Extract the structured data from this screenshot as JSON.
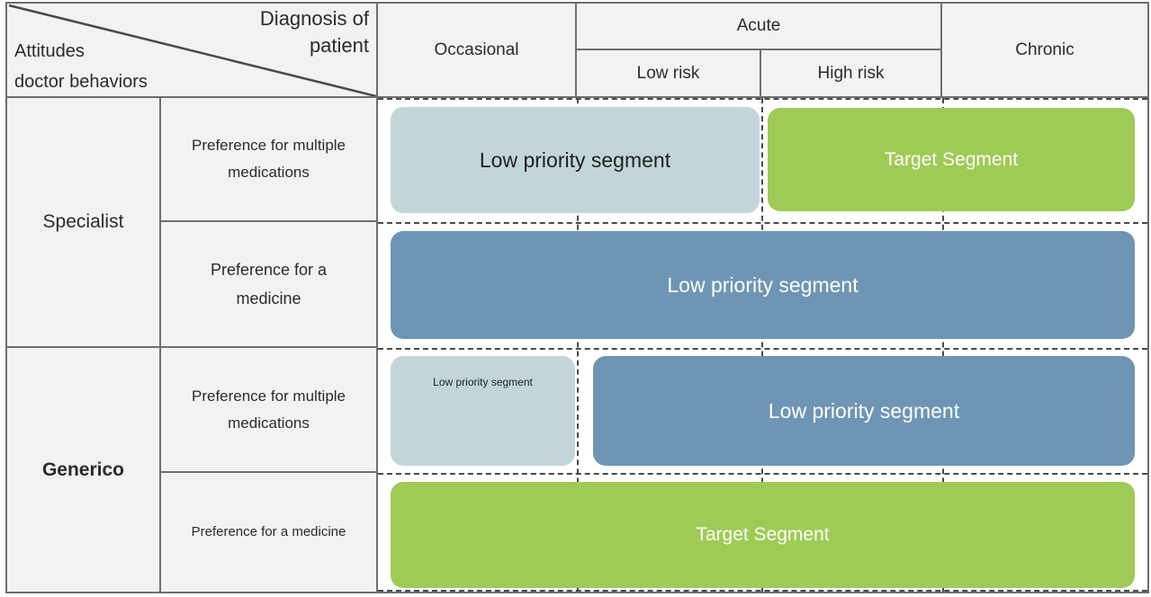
{
  "matrix": {
    "corner": {
      "top_right_line1": "Diagnosis of",
      "top_right_line2": "patient",
      "bottom_left_line1": "Attitudes",
      "bottom_left_line2": "doctor behaviors"
    },
    "columns": {
      "occasional": "Occasional",
      "acute": "Acute",
      "low_risk": "Low risk",
      "high_risk": "High risk",
      "chronic": "Chronic"
    },
    "row_groups": {
      "specialist": "Specialist",
      "generico": "Generico"
    },
    "row_labels": {
      "r1_line1": "Preference for multiple",
      "r1_line2": "medications",
      "r2_line1": "Preference for a",
      "r2_line2": "medicine",
      "r3_line1": "Preference for multiple",
      "r3_line2": "medications",
      "r4": "Preference for a medicine"
    },
    "segments": [
      {
        "id": "s1",
        "label": "Low priority segment",
        "color": "#c2d6da",
        "text_color": "#1f1f1f",
        "columns": [
          "Occasional",
          "Low risk"
        ],
        "row": "Specialist / Preference for multiple medications"
      },
      {
        "id": "s2",
        "label": "Target Segment",
        "color": "#9ecb55",
        "text_color": "#ffffff",
        "columns": [
          "High risk",
          "Chronic"
        ],
        "row": "Specialist / Preference for multiple medications"
      },
      {
        "id": "s3",
        "label": "Low priority segment",
        "color": "#6e96b4",
        "text_color": "#ffffff",
        "columns": [
          "Occasional",
          "Low risk",
          "High risk",
          "Chronic"
        ],
        "row": "Specialist / Preference for a medicine"
      },
      {
        "id": "s4",
        "label": "Low priority segment",
        "color": "#c2d6da",
        "text_color": "#1f1f1f",
        "columns": [
          "Occasional"
        ],
        "row": "Generico / Preference for multiple medications"
      },
      {
        "id": "s5",
        "label": "Low priority segment",
        "color": "#6e96b4",
        "text_color": "#ffffff",
        "columns": [
          "Low risk",
          "High risk",
          "Chronic"
        ],
        "row": "Generico / Preference for multiple medications"
      },
      {
        "id": "s6",
        "label": "Target Segment",
        "color": "#9ecb55",
        "text_color": "#ffffff",
        "columns": [
          "Occasional",
          "Low risk",
          "High risk",
          "Chronic"
        ],
        "row": "Generico / Preference for a medicine"
      }
    ],
    "colors": {
      "light_blue": "#c2d6da",
      "blue": "#6e96b4",
      "green": "#9ecb55",
      "header_background": "#f2f2f2",
      "border": "#6e6e6e"
    }
  }
}
